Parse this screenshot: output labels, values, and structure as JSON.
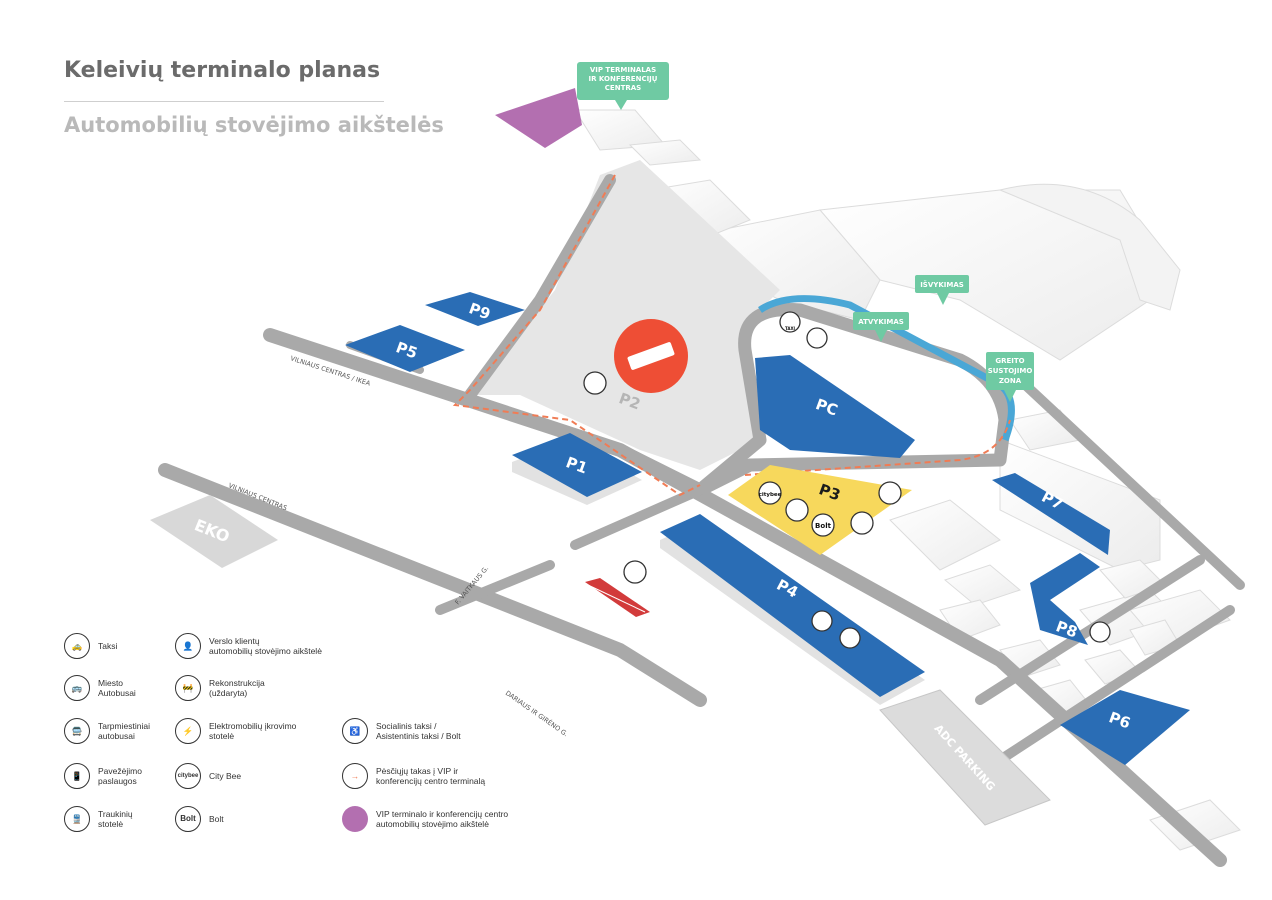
{
  "header": {
    "title": "Keleivių terminalo planas",
    "subtitle": "Automobilių stovėjimo aikštelės"
  },
  "callouts": {
    "vip": [
      "VIP TERMINALAS",
      "IR KONFERENCIJŲ",
      "CENTRAS"
    ],
    "arrivals": "ATVYKIMAS",
    "departures": "IŠVYKIMAS",
    "quick_stop": [
      "GREITO",
      "SUSTOJIMO",
      "ZONA"
    ]
  },
  "parking": {
    "p1": "P1",
    "p2": "P2",
    "p3": "P3",
    "p4": "P4",
    "p5": "P5",
    "p6": "P6",
    "p7": "P7",
    "p8": "P8",
    "p9": "P9",
    "pc": "PC"
  },
  "roads": {
    "vilniaus_ikea": "VILNIAUS CENTRAS / IKEA",
    "vilniaus_centras": "VILNIAUS CENTRAS",
    "vatkaus": "F. VAITKAUS G.",
    "dariaus": "DARIAUS IR GIRĖNO G."
  },
  "buildings": {
    "eko": "EKO",
    "adc": "ADC PARKING"
  },
  "map_icons": {
    "citybee": "citybee",
    "bolt": "Bolt",
    "taxi": "TAXI"
  },
  "legend": {
    "taxi": "Taksi",
    "city_bus": "Miesto\nAutobusai",
    "intercity_bus": "Tarpmiestiniai\nautobusai",
    "ride_services": "Pavežėjimo\npaslaugos",
    "train_stop": "Traukinių\nstotelė",
    "business_parking": "Verslo klientų\nautomobilių stovėjimo aikštelė",
    "reconstruction": "Rekonstrukcija\n(uždaryta)",
    "ev_charging": "Elektromobilių įkrovimo\nstotelė",
    "city_bee": "City Bee",
    "bolt": "Bolt",
    "social_taxi": "Socialinis taksi /\nAsistentinis taksi / Bolt",
    "pedestrian_path": "Pėsčiųjų takas į VIP ir\nkonferencijų centro terminalą",
    "vip_parking": "VIP terminalo ir konferencijų centro\nautomobilių stovėjimo aikštelė"
  },
  "colors": {
    "parking_blue": "#2a6db5",
    "p3_yellow": "#f7d85c",
    "vip_purple": "#b36fb0",
    "callout_green": "#6fcaa3",
    "closed_red": "#ee4e35",
    "path_orange": "#f07c55",
    "road_grey": "#a9a9a9",
    "ramp_blue": "#4aa7d6"
  }
}
